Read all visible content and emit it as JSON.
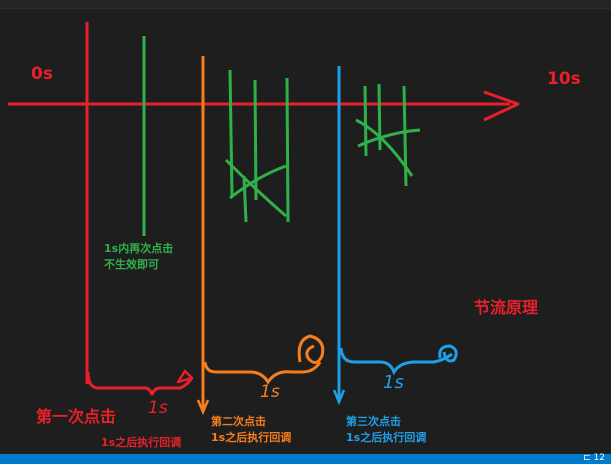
{
  "axis": {
    "start_label": "0s",
    "end_label": "10s"
  },
  "labels": {
    "green_note_line1": "1s内再次点击",
    "green_note_line2": "不生效即可",
    "title": "节流原理",
    "first_click": "第一次点击",
    "first_callback": "1s之后执行回调",
    "second_click": "第二次点击",
    "second_callback": "1s之后执行回调",
    "third_click": "第三次点击",
    "third_callback": "1s之后执行回调"
  },
  "handwritten": {
    "red_brace": "1s",
    "orange_brace": "1s",
    "blue_brace": "1s"
  },
  "colors": {
    "background": "#1e1e1e",
    "red": "#e8202a",
    "green": "#2fb14a",
    "orange": "#f57f1f",
    "blue": "#1ea0e6",
    "status_bar": "#007acc"
  },
  "status": {
    "text": "⊏ 12"
  }
}
